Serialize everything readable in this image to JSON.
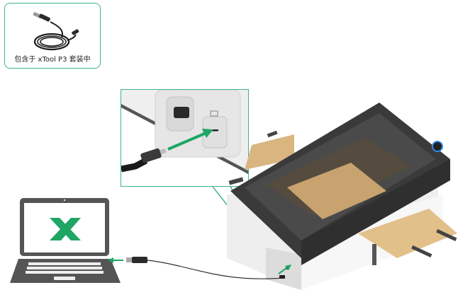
{
  "callout": {
    "label": "包含于 xTool P3 套装中",
    "item": "usb-cable"
  },
  "brand": {
    "accent_color": "#1fa564",
    "border_color": "#3fb28a"
  },
  "diagram": {
    "laptop_logo": "x-logo",
    "device": "xTool P3 laser cutter",
    "zoom_detail": "usb-c port on device side",
    "arrows": [
      "cable-to-port",
      "cable-to-laptop",
      "cable-to-device-port"
    ]
  }
}
